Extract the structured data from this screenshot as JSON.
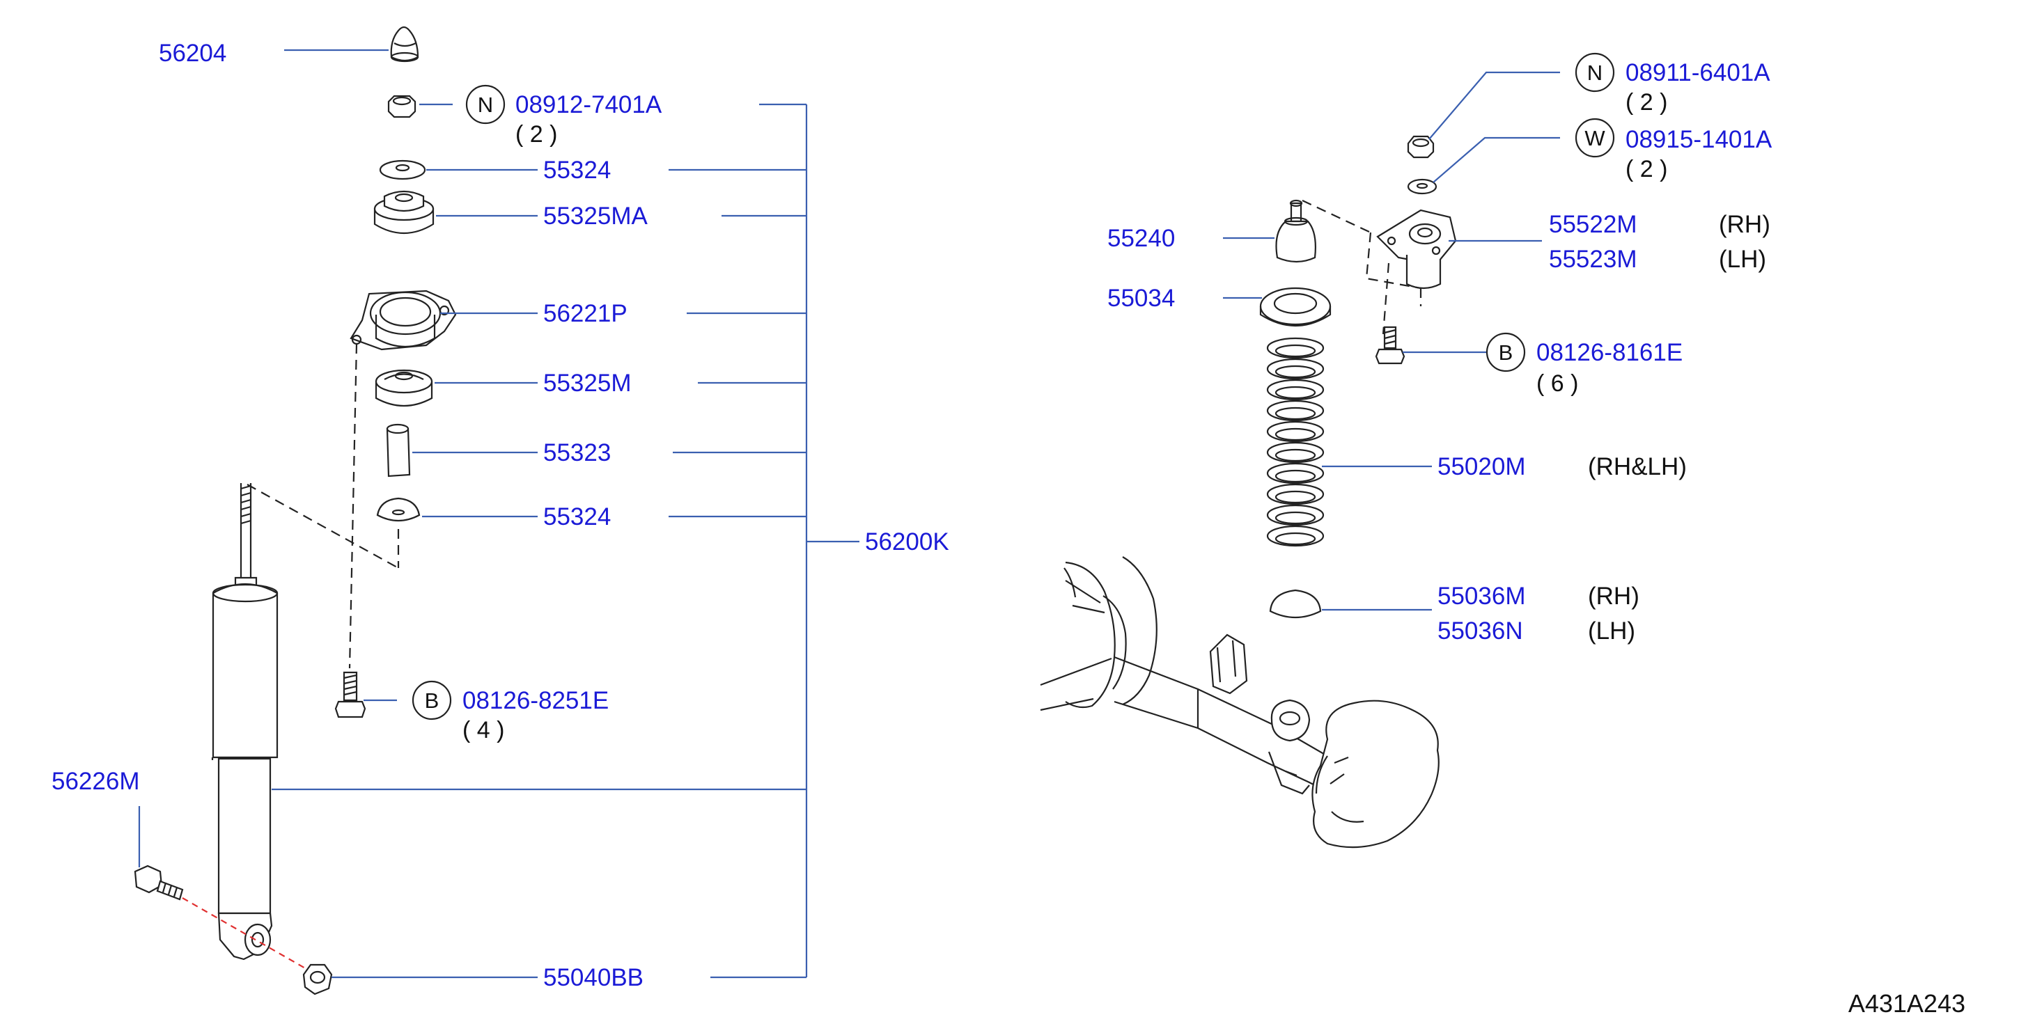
{
  "diagram_code": "A431A243",
  "left_assembly": {
    "assembly_number": "56200K",
    "parts": [
      {
        "id": "p56204",
        "number": "56204"
      },
      {
        "id": "p08912",
        "class": "N",
        "number": "08912-7401A",
        "qty": "( 2 )"
      },
      {
        "id": "p55324a",
        "number": "55324"
      },
      {
        "id": "p55325ma",
        "number": "55325MA"
      },
      {
        "id": "p56221p",
        "number": "56221P"
      },
      {
        "id": "p55325m",
        "number": "55325M"
      },
      {
        "id": "p55323",
        "number": "55323"
      },
      {
        "id": "p55324b",
        "number": "55324"
      },
      {
        "id": "p08126a",
        "class": "B",
        "number": "08126-8251E",
        "qty": "( 4 )"
      },
      {
        "id": "p56226m",
        "number": "56226M"
      },
      {
        "id": "p55040bb",
        "number": "55040BB"
      }
    ]
  },
  "right_assembly": {
    "parts": [
      {
        "id": "p08911",
        "class": "N",
        "number": "08911-6401A",
        "qty": "( 2 )"
      },
      {
        "id": "p08915",
        "class": "W",
        "number": "08915-1401A",
        "qty": "( 2 )"
      },
      {
        "id": "p55522m",
        "number": "55522M",
        "side": "(RH)"
      },
      {
        "id": "p55523m",
        "number": "55523M",
        "side": "(LH)"
      },
      {
        "id": "p55240",
        "number": "55240"
      },
      {
        "id": "p55034",
        "number": "55034"
      },
      {
        "id": "p08126b",
        "class": "B",
        "number": "08126-8161E",
        "qty": "( 6 )"
      },
      {
        "id": "p55020m",
        "number": "55020M",
        "side": "(RH&LH)"
      },
      {
        "id": "p55036m",
        "number": "55036M",
        "side": "(RH)"
      },
      {
        "id": "p55036n",
        "number": "55036N",
        "side": "(LH)"
      }
    ]
  }
}
